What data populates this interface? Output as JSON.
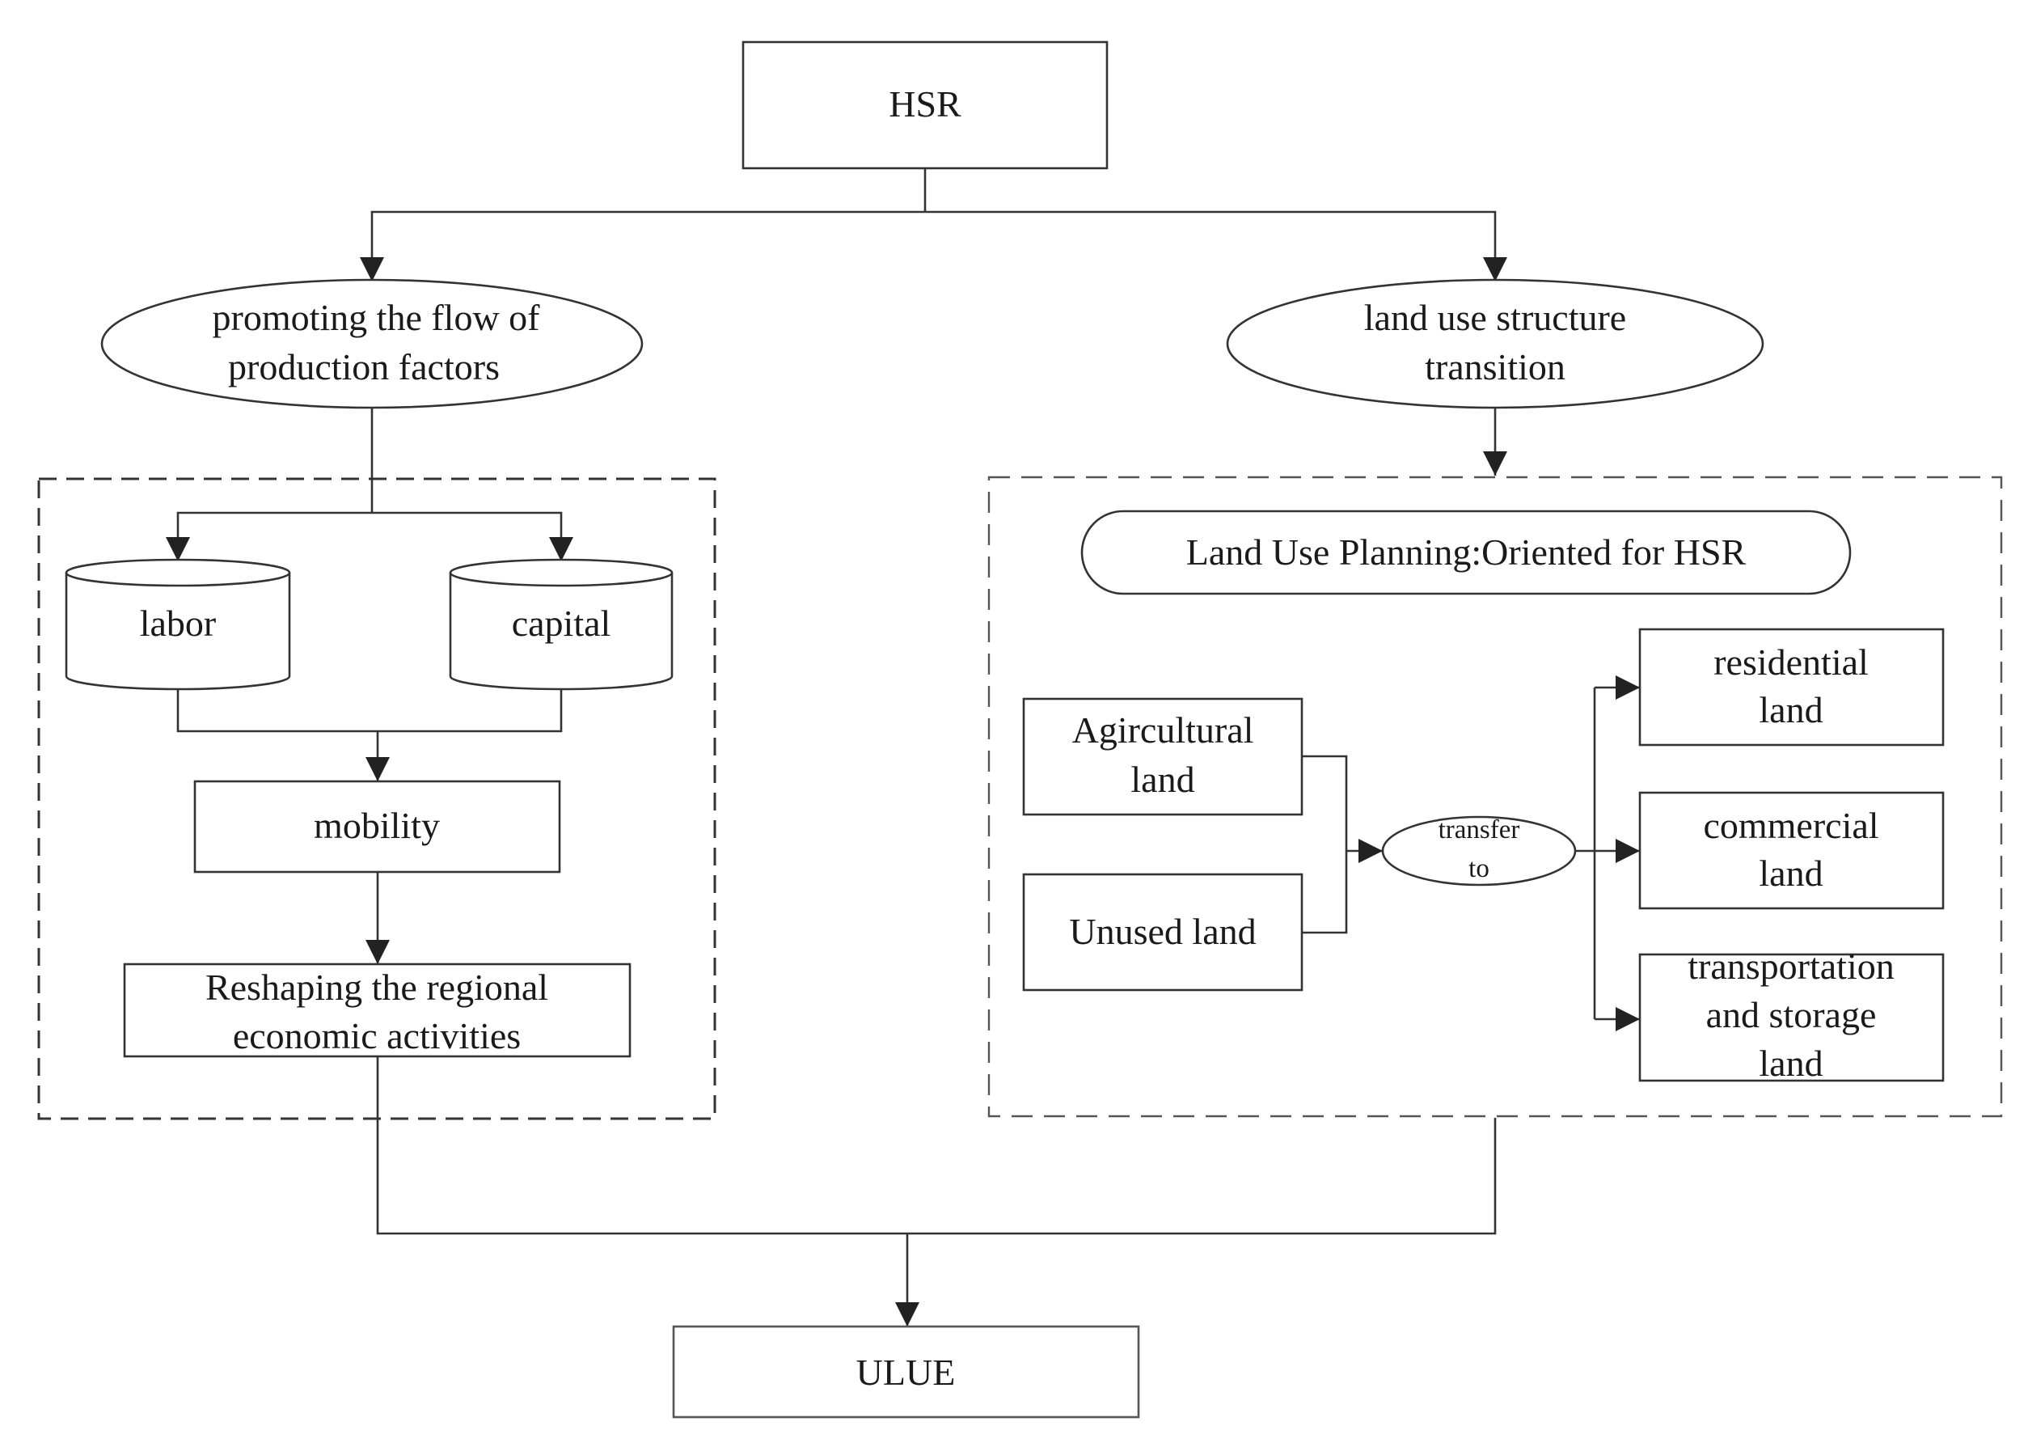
{
  "nodes": {
    "hsr": "HSR",
    "promoting_line1": "promoting the flow of",
    "promoting_line2": "production factors",
    "land_use_line1": "land use structure",
    "land_use_line2": "transition",
    "labor": "labor",
    "capital": "capital",
    "mobility": "mobility",
    "reshaping_line1": "Reshaping the regional",
    "reshaping_line2": "economic activities",
    "planning": "Land Use Planning:Oriented for HSR",
    "agricultural_line1": "Agircultural",
    "agricultural_line2": "land",
    "unused": "Unused land",
    "transfer_line1": "transfer",
    "transfer_line2": "to",
    "residential_line1": "residential",
    "residential_line2": "land",
    "commercial_line1": "commercial",
    "commercial_line2": "land",
    "transport_line1": "transportation",
    "transport_line2": "and storage",
    "transport_line3": "land",
    "ulue": "ULUE"
  }
}
